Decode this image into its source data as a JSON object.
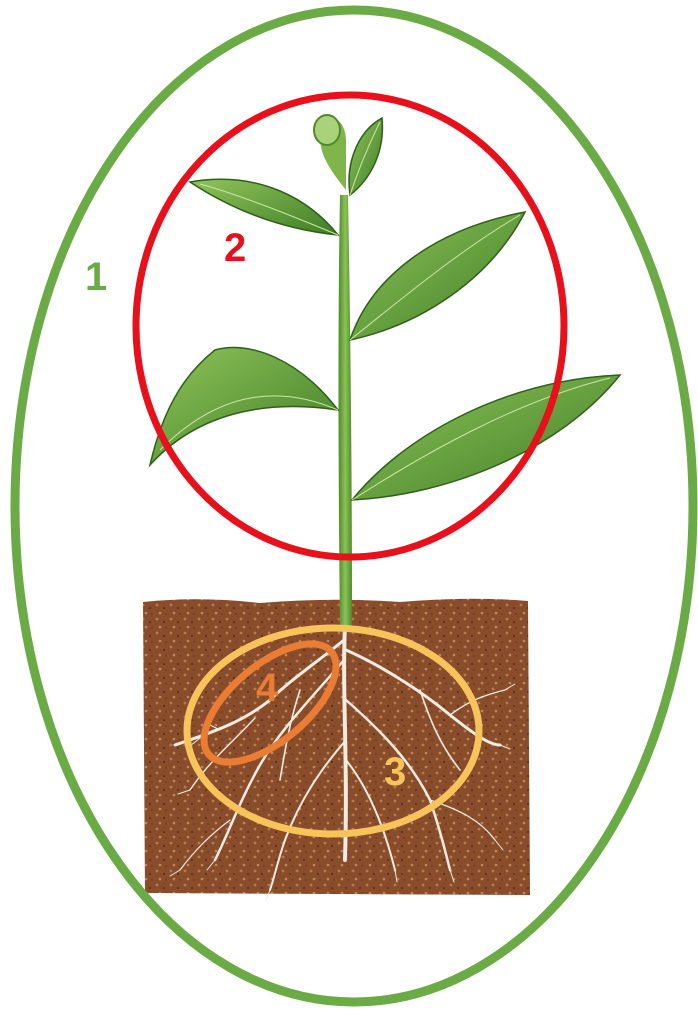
{
  "labels": {
    "whole_plant": "1",
    "shoot": "2",
    "root_system": "3",
    "lateral_root": "4"
  },
  "colors": {
    "whole_plant": "#6aab46",
    "shoot": "#e8101a",
    "root_system": "#f7c45c",
    "lateral_root": "#ea7c34",
    "soil": "#8a4d2c",
    "leaf": "#5c9a34",
    "root": "#f2ece0"
  }
}
